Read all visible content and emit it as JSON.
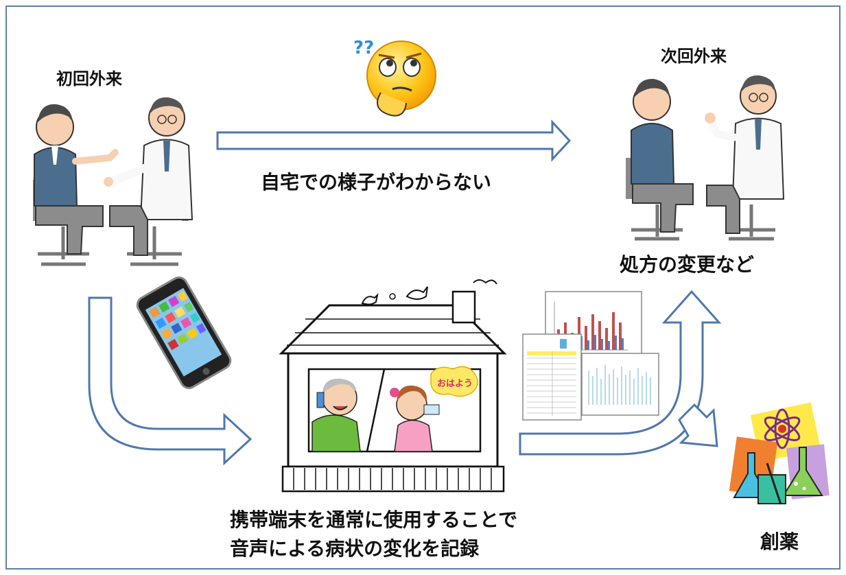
{
  "labels": {
    "first_visit": "初回外来",
    "next_visit": "次回外来",
    "unknown_home": "自宅での様子がわからない",
    "prescription_change": "処方の変更など",
    "record_line1": "携帯端末を通常に使用することで",
    "record_line2": "音声による病状の変化を記録",
    "drug_discovery": "創薬"
  },
  "icons": {
    "question_marks": "??",
    "ohayo": "おはよう"
  },
  "colors": {
    "arrow_fill": "#ffffff",
    "arrow_stroke": "#4f77ad",
    "frame": "#5f7fa6",
    "emoji": "#ffc61a"
  }
}
